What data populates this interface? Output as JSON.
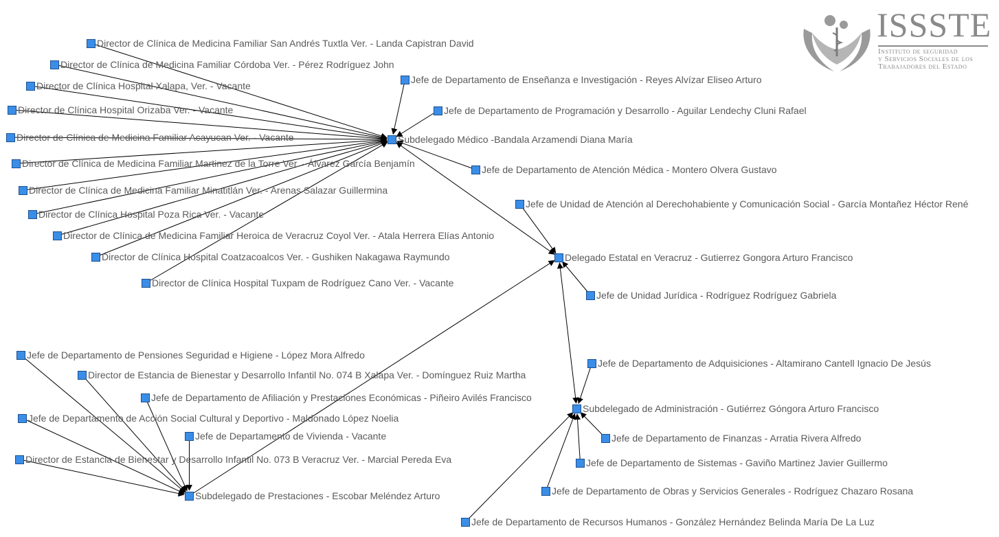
{
  "logo": {
    "wordmark": "ISSSTE",
    "tagline_lines": [
      "Instituto de seguridad",
      "y Servicios Sociales de los",
      "Trabajadores del Estado"
    ]
  },
  "colors": {
    "node_fill": "#3a8ee8",
    "node_border": "#1c4f8f",
    "edge": "#000000",
    "label": "#5a5a5a"
  },
  "nodes": [
    {
      "id": "delegado",
      "label": "Delegado Estatal en Veracruz  -  Gutierrez Gongora Arturo Francisco"
    },
    {
      "id": "sub_med",
      "label": "Subdelegado Médico  -Bandala Arzamendi Diana María"
    },
    {
      "id": "sub_adm",
      "label": "Subdelegado de Administración  - Gutiérrez Góngora Arturo Francisco"
    },
    {
      "id": "sub_pre",
      "label": "Subdelegado de Prestaciones  - Escobar Meléndez Arturo"
    },
    {
      "id": "jud",
      "label": "Jefe de Unidad Jurídica  - Rodríguez Rodríguez Gabriela"
    },
    {
      "id": "jua",
      "label": "Jefe de Unidad de Atención al Derechohabiente y Comunicación Social  - García Montañez Héctor René"
    },
    {
      "id": "ens",
      "label": "Jefe de Departamento de Enseñanza e Investigación  - Reyes Alvízar Eliseo Arturo"
    },
    {
      "id": "prog",
      "label": "Jefe de Departamento de Programación y Desarrollo  - Aguilar Lendechy Cluni Rafael"
    },
    {
      "id": "aten",
      "label": "Jefe de Departamento de Atención Médica  - Montero Olvera Gustavo"
    },
    {
      "id": "c_sat",
      "label": "Director de Clínica de Medicina Familiar San Andrés Tuxtla Ver. - Landa Capistran David"
    },
    {
      "id": "c_cor",
      "label": "Director de Clínica de Medicina Familiar Córdoba Ver. - Pérez Rodríguez John"
    },
    {
      "id": "c_xal",
      "label": "Director de Clínica Hospital Xalapa, Ver. - Vacante"
    },
    {
      "id": "c_ori",
      "label": "Director de Clínica Hospital Orizaba Ver. -     Vacante"
    },
    {
      "id": "c_aca",
      "label": "Director de Clínica de Medicina Familiar Acayucan Ver. - Vacante"
    },
    {
      "id": "c_mt",
      "label": "Director de Clínica de Medicina Familiar Martinez de la Torre Ver. - Álvarez García Benjamín"
    },
    {
      "id": "c_min",
      "label": "Director de Clínica de Medicina Familiar Minatitlán Ver. - Arenas Salazar Guillermina"
    },
    {
      "id": "c_poz",
      "label": "Director de Clínica Hospital Poza Rica Ver. -  Vacante"
    },
    {
      "id": "c_ver",
      "label": "Director de Clínica de Medicina Familiar Heroica de Veracruz Coyol Ver. - Atala Herrera Elías Antonio"
    },
    {
      "id": "c_coa",
      "label": "Director de Clínica Hospital Coatzacoalcos Ver. - Gushiken Nakagawa Raymundo"
    },
    {
      "id": "c_tux",
      "label": "Director de Clínica Hospital Tuxpam de Rodríguez Cano Ver. - Vacante"
    },
    {
      "id": "adq",
      "label": "Jefe de Departamento de Adquisiciones  - Altamirano Cantell Ignacio De Jesús"
    },
    {
      "id": "fin",
      "label": "Jefe de Departamento de Finanzas  - Arratia Rivera Alfredo"
    },
    {
      "id": "sis",
      "label": "Jefe de Departamento de Sistemas  - Gaviño Martinez Javier Guillermo"
    },
    {
      "id": "obr",
      "label": "Jefe de Departamento de Obras y Servicios Generales  - Rodríguez Chazaro Rosana"
    },
    {
      "id": "rh",
      "label": "Jefe de Departamento de Recursos Humanos  - González Hernández Belinda María De La Luz"
    },
    {
      "id": "pen",
      "label": "Jefe de Departamento de Pensiones Seguridad e Higiene  - López Mora Alfredo"
    },
    {
      "id": "e074",
      "label": "Director de Estancia de Bienestar y Desarrollo Infantil No. 074 B Xalapa Ver. - Domínguez Ruiz Martha"
    },
    {
      "id": "afi",
      "label": "Jefe de Departamento de Afiliación y Prestaciones Económicas  - Piñeiro Avilés Francisco"
    },
    {
      "id": "acc",
      "label": "Jefe de Departamento de Acción Social Cultural y Deportivo  - Maldonado López Noelia"
    },
    {
      "id": "viv",
      "label": "Jefe de Departamento de Vivienda  - Vacante"
    },
    {
      "id": "e073",
      "label": "Director de Estancia de Bienestar y Desarrollo Infantil No. 073 B Veracruz Ver. - Marcial Pereda Eva"
    }
  ],
  "edges": [
    {
      "from": "sub_med",
      "to": "delegado",
      "bidirectional": true
    },
    {
      "from": "sub_adm",
      "to": "delegado",
      "bidirectional": true
    },
    {
      "from": "sub_pre",
      "to": "delegado",
      "bidirectional": false
    },
    {
      "from": "jud",
      "to": "delegado"
    },
    {
      "from": "jua",
      "to": "delegado"
    },
    {
      "from": "ens",
      "to": "sub_med"
    },
    {
      "from": "prog",
      "to": "sub_med"
    },
    {
      "from": "aten",
      "to": "sub_med"
    },
    {
      "from": "c_sat",
      "to": "sub_med"
    },
    {
      "from": "c_cor",
      "to": "sub_med"
    },
    {
      "from": "c_xal",
      "to": "sub_med"
    },
    {
      "from": "c_ori",
      "to": "sub_med"
    },
    {
      "from": "c_aca",
      "to": "sub_med"
    },
    {
      "from": "c_mt",
      "to": "sub_med"
    },
    {
      "from": "c_min",
      "to": "sub_med"
    },
    {
      "from": "c_poz",
      "to": "sub_med"
    },
    {
      "from": "c_ver",
      "to": "sub_med"
    },
    {
      "from": "c_coa",
      "to": "sub_med"
    },
    {
      "from": "c_tux",
      "to": "sub_med"
    },
    {
      "from": "adq",
      "to": "sub_adm"
    },
    {
      "from": "fin",
      "to": "sub_adm"
    },
    {
      "from": "sis",
      "to": "sub_adm"
    },
    {
      "from": "obr",
      "to": "sub_adm"
    },
    {
      "from": "rh",
      "to": "sub_adm"
    },
    {
      "from": "pen",
      "to": "sub_pre"
    },
    {
      "from": "e074",
      "to": "sub_pre"
    },
    {
      "from": "afi",
      "to": "sub_pre"
    },
    {
      "from": "acc",
      "to": "sub_pre"
    },
    {
      "from": "viv",
      "to": "sub_pre"
    },
    {
      "from": "e073",
      "to": "sub_pre"
    }
  ]
}
